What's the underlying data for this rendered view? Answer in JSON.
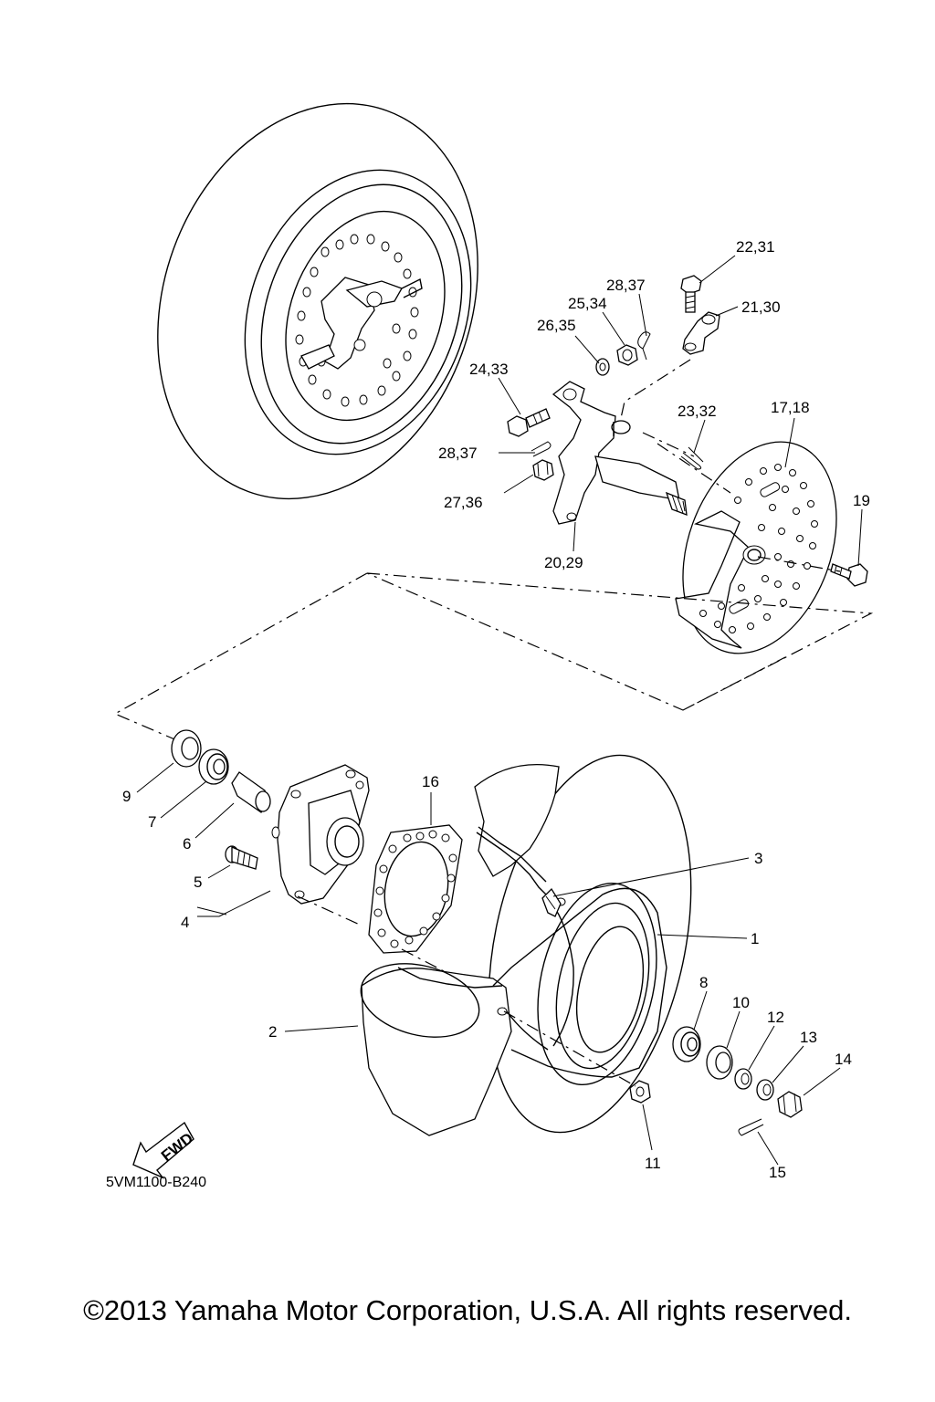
{
  "labels": [
    {
      "id": "22-31",
      "text": "22,31"
    },
    {
      "id": "28-37-top",
      "text": "28,37"
    },
    {
      "id": "25-34",
      "text": "25,34"
    },
    {
      "id": "21-30",
      "text": "21,30"
    },
    {
      "id": "26-35",
      "text": "26,35"
    },
    {
      "id": "24-33",
      "text": "24,33"
    },
    {
      "id": "23-32",
      "text": "23,32"
    },
    {
      "id": "17-18",
      "text": "17,18"
    },
    {
      "id": "28-37-mid",
      "text": "28,37"
    },
    {
      "id": "19",
      "text": "19"
    },
    {
      "id": "27-36",
      "text": "27,36"
    },
    {
      "id": "20-29",
      "text": "20,29"
    },
    {
      "id": "9",
      "text": "9"
    },
    {
      "id": "16",
      "text": "16"
    },
    {
      "id": "7",
      "text": "7"
    },
    {
      "id": "6",
      "text": "6"
    },
    {
      "id": "3",
      "text": "3"
    },
    {
      "id": "5",
      "text": "5"
    },
    {
      "id": "4",
      "text": "4"
    },
    {
      "id": "1",
      "text": "1"
    },
    {
      "id": "8",
      "text": "8"
    },
    {
      "id": "10",
      "text": "10"
    },
    {
      "id": "12",
      "text": "12"
    },
    {
      "id": "13",
      "text": "13"
    },
    {
      "id": "2",
      "text": "2"
    },
    {
      "id": "14",
      "text": "14"
    },
    {
      "id": "11",
      "text": "11"
    },
    {
      "id": "15",
      "text": "15"
    }
  ],
  "fwd_label": "FWD",
  "diagram_code": "5VM1100-B240",
  "copyright": "©2013 Yamaha Motor Corporation, U.S.A. All rights reserved."
}
